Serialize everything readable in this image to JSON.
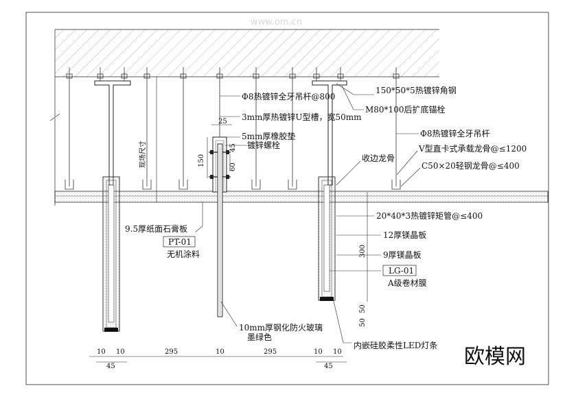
{
  "labels": {
    "rod_800": "Φ8热镀锌全牙吊杆@800",
    "u_channel": "3mm厚热镀锌U型槽，宽50mm",
    "rubber_pad": "5mm厚橡胶垫",
    "bolt": "镀锌螺栓",
    "angle_steel": "150*50*5热镀锌角钢",
    "anchor": "M80*100后扩底锚栓",
    "rod_right": "Φ8热镀锌全牙吊杆",
    "v_keel": "V型直卡式承载龙骨@≤1200",
    "edge_keel": "收边龙骨",
    "c50_keel": "C50×20轻钢龙骨@≤400",
    "gypsum": "9.5厚纸面石膏板",
    "pt_tag": "PT-01",
    "paint": "无机涂料",
    "rect_tube": "20*40*3热镀锌矩管@≤400",
    "mgo12": "12厚镁晶板",
    "mgo9": "9厚镁晶板",
    "lg_tag": "LG-01",
    "membrane": "A级卷材膜",
    "glass": "10mm厚钢化防火玻璃",
    "glass_color": "墨绿色",
    "led": "内嵌硅胶柔性LED灯条",
    "site_size": "现场尺寸"
  },
  "dims": {
    "d25": "25",
    "d45_top": "45",
    "d150": "150",
    "d60": "60",
    "d300": "300",
    "d50a": "50",
    "d50b": "50",
    "bottom": [
      "10",
      "10",
      "295",
      "10",
      "295",
      "10",
      "10"
    ],
    "bottom_45_left": "45",
    "bottom_45_right": "45"
  },
  "watermark": "www.om.cn",
  "brand": "欧模网"
}
